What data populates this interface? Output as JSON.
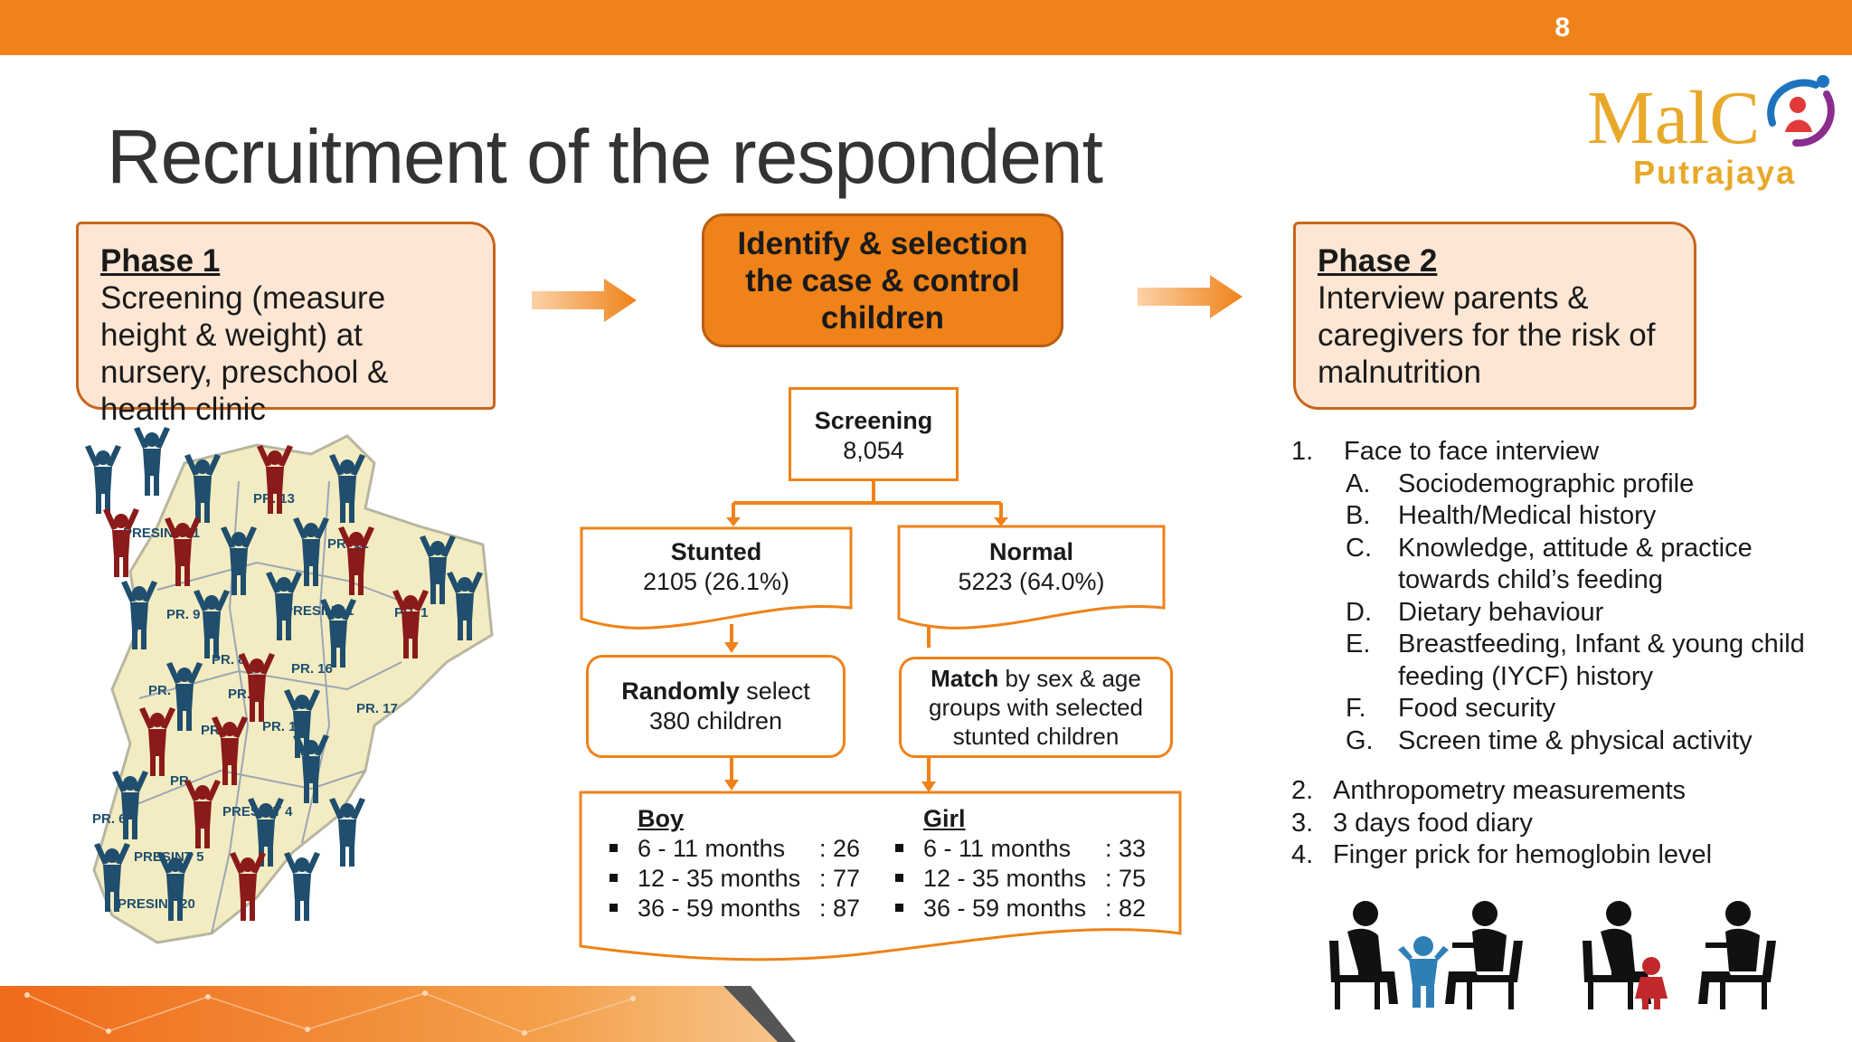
{
  "slide": {
    "page_number": "8",
    "title": "Recruitment of the respondent"
  },
  "logo": {
    "name": "MalC",
    "sub": "Putrajaya"
  },
  "phase1": {
    "heading": "Phase 1",
    "text": "Screening (measure height & weight) at nursery, preschool & health clinic"
  },
  "identify": {
    "text": "Identify & selection the case & control children"
  },
  "phase2": {
    "heading": "Phase 2",
    "text": "Interview parents & caregivers for the risk of malnutrition"
  },
  "map": {
    "labels": [
      "PR. 13",
      "PRESINT 11",
      "PR. 12",
      "PR. 9",
      "PRESINT 1",
      "PR. 1",
      "PR. 8",
      "PR. 16",
      "PR. 7",
      "PR. 2",
      "PR. 17",
      "PR. 18",
      "PR. 3",
      "PR. 6",
      "PRESINT 5",
      "PRESINT 4",
      "PRESINT 20",
      "PR."
    ],
    "colors": {
      "blue": "#1f4e6e",
      "red": "#8b1a1a",
      "land": "#f3ecc2"
    }
  },
  "flow": {
    "screening": {
      "label": "Screening",
      "value": "8,054"
    },
    "stunted": {
      "label": "Stunted",
      "value": "2105 (26.1%)"
    },
    "normal": {
      "label": "Normal",
      "value": "5223 (64.0%)"
    },
    "random": {
      "bold": "Randomly",
      "rest": " select",
      "line2": "380 children"
    },
    "match": {
      "bold": "Match",
      "rest": " by sex & age",
      "line2": "groups with selected",
      "line3": "stunted children"
    },
    "boy": {
      "heading": "Boy",
      "items": [
        {
          "label": "6 - 11 months",
          "value": ": 26"
        },
        {
          "label": "12 - 35 months",
          "value": ": 77"
        },
        {
          "label": "36 - 59 months",
          "value": ": 87"
        }
      ]
    },
    "girl": {
      "heading": "Girl",
      "items": [
        {
          "label": "6 - 11 months",
          "value": ": 33"
        },
        {
          "label": "12 - 35 months",
          "value": ": 75"
        },
        {
          "label": "36 - 59 months",
          "value": ": 82"
        }
      ]
    }
  },
  "methods": {
    "item1": {
      "num": "1.",
      "text": "Face to face interview"
    },
    "subitems": [
      {
        "letter": "A.",
        "lines": [
          "Sociodemographic profile"
        ]
      },
      {
        "letter": "B.",
        "lines": [
          "Health/Medical history"
        ]
      },
      {
        "letter": "C.",
        "lines": [
          "Knowledge, attitude & practice",
          "towards child’s feeding"
        ]
      },
      {
        "letter": "D.",
        "lines": [
          "Dietary behaviour"
        ]
      },
      {
        "letter": "E.",
        "lines": [
          "Breastfeeding, Infant & young child",
          "feeding (IYCF) history"
        ]
      },
      {
        "letter": "F.",
        "lines": [
          "Food security"
        ]
      },
      {
        "letter": "G.",
        "lines": [
          "Screen time & physical activity"
        ]
      }
    ],
    "others": [
      {
        "num": "2.",
        "text": "Anthropometry measurements"
      },
      {
        "num": "3.",
        "text": "3 days food diary"
      },
      {
        "num": "4.",
        "text": "Finger prick for hemoglobin level"
      }
    ]
  },
  "colors": {
    "accent": "#ef8219",
    "phase_fill": "#fde6d3",
    "phase_border": "#c9651c",
    "text": "#1a1a1a"
  }
}
